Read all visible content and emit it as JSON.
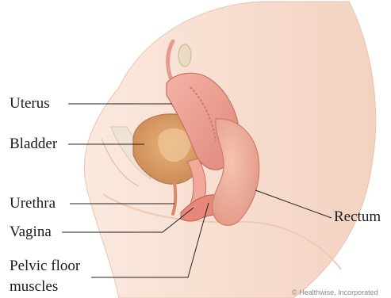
{
  "labels": {
    "uterus": "Uterus",
    "bladder": "Bladder",
    "urethra": "Urethra",
    "vagina": "Vagina",
    "pelvic_floor_line1": "Pelvic floor",
    "pelvic_floor_line2": "muscles",
    "rectum": "Rectum"
  },
  "credit": "© Healthwise, Incorporated"
}
